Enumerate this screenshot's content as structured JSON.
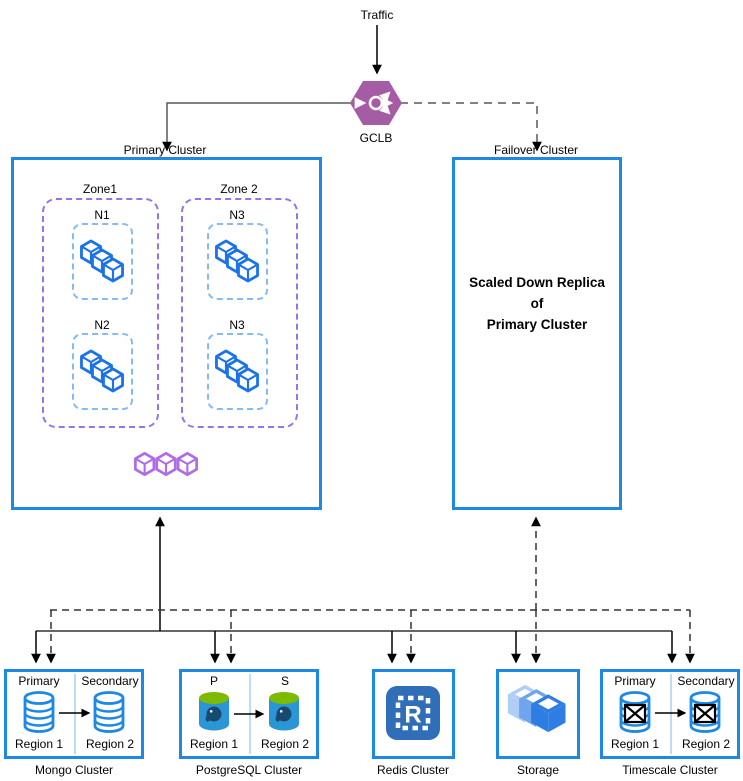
{
  "colors": {
    "cluster_border": "#1E88E5",
    "zone_dash": "#9673E6",
    "node_dash": "#85BCF0",
    "cube_blue": "#1A73E8",
    "pods_purple": "#B06CE8",
    "gclb_purple": "#A55CA5",
    "redis_blue": "#306FB7",
    "storage_blue": "#2E7DE2",
    "postgres_body": "#2B96D6",
    "postgres_top": "#7EBB00",
    "db_stroke": "#1E88E5",
    "connector_gray": "#595959"
  },
  "top": {
    "traffic_label": "Traffic",
    "gclb_label": "GCLB"
  },
  "primary_cluster": {
    "label": "Primary Cluster",
    "zones": [
      {
        "label": "Zone1",
        "nodes": [
          {
            "label": "N1"
          },
          {
            "label": "N2"
          }
        ]
      },
      {
        "label": "Zone 2",
        "nodes": [
          {
            "label": "N3"
          },
          {
            "label": "N3"
          }
        ]
      }
    ]
  },
  "failover_cluster": {
    "label": "Failover Cluster",
    "line1": "Scaled Down Replica",
    "line2": "of",
    "line3": "Primary Cluster"
  },
  "services": {
    "mongo": {
      "title": "Mongo Cluster",
      "left_role": "Primary",
      "right_role": "Secondary",
      "left_region": "Region 1",
      "right_region": "Region 2"
    },
    "postgres": {
      "title": "PostgreSQL Cluster",
      "left_role": "P",
      "right_role": "S",
      "left_region": "Region 1",
      "right_region": "Region 2"
    },
    "redis": {
      "title": "Redis Cluster",
      "icon_letter": "R"
    },
    "storage": {
      "title": "Storage"
    },
    "timescale": {
      "title": "Timescale Cluster",
      "left_role": "Primary",
      "right_role": "Secondary",
      "left_region": "Region 1",
      "right_region": "Region 2"
    }
  }
}
